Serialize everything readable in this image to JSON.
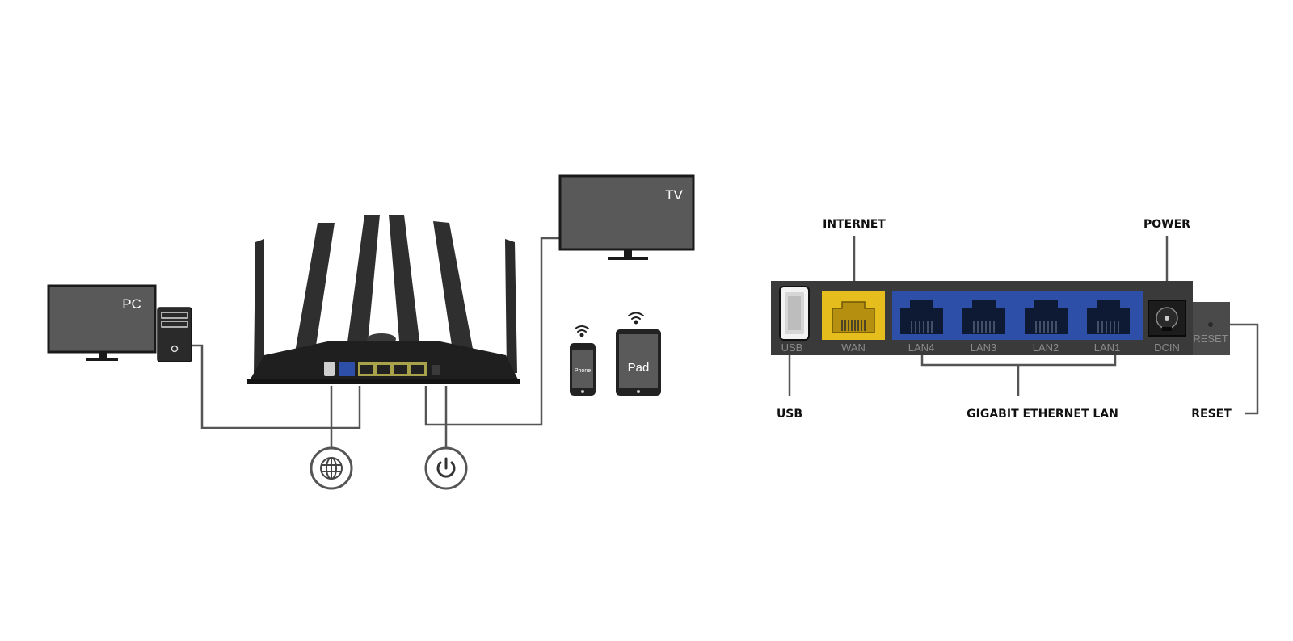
{
  "left_diagram": {
    "devices": {
      "pc": "PC",
      "tv": "TV",
      "phone": "Phone",
      "pad": "Pad"
    },
    "icons": [
      "globe-icon",
      "power-icon",
      "wifi-icon"
    ]
  },
  "right_diagram": {
    "top_labels": {
      "internet": "INTERNET",
      "power": "POWER"
    },
    "bottom_labels": {
      "usb": "USB",
      "lan": "GIGABIT ETHERNET LAN",
      "reset": "RESET"
    },
    "ports": {
      "usb": "USB",
      "wan": "WAN",
      "lan4": "LAN4",
      "lan3": "LAN3",
      "lan2": "LAN2",
      "lan1": "LAN1",
      "dcin": "DCIN",
      "reset": "RESET"
    }
  },
  "colors": {
    "wan_port": "#e5bd1d",
    "lan_ports": "#2d4fa8",
    "screen": "#595959",
    "router_body": "#222222",
    "connector_line": "#555555"
  }
}
